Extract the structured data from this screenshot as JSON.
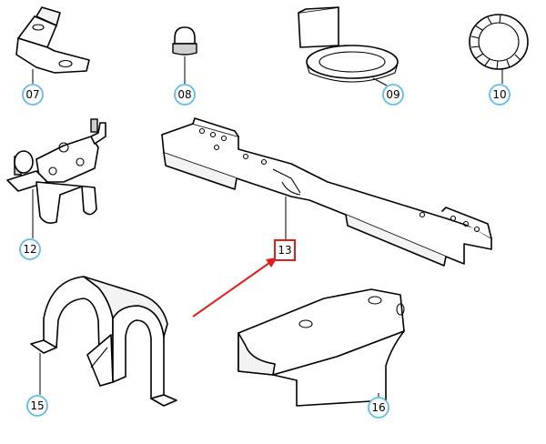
{
  "callouts": {
    "c07": "07",
    "c08": "08",
    "c09": "09",
    "c10": "10",
    "c12": "12",
    "c13": "13",
    "c15": "15",
    "c16": "16"
  },
  "highlight": {
    "color": "#e01e1e",
    "target": "13"
  },
  "colors": {
    "callout_ring": "#62bce9",
    "line": "#000000"
  }
}
